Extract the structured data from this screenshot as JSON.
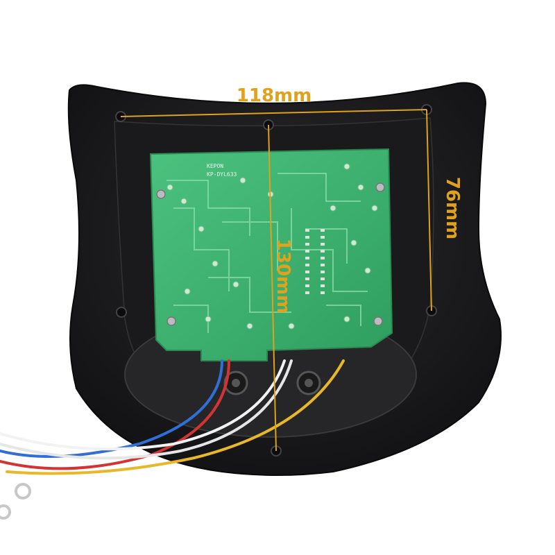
{
  "photo": {
    "subject": "remote control board in black housing",
    "colors": {
      "background": "#ffffff",
      "housing": "#1c1c1e",
      "pcb": "#3cb371",
      "dimension": "#e0a21c"
    }
  },
  "dimensions": {
    "width_label": "118mm",
    "height_label": "76mm",
    "length_label": "130mm"
  },
  "pcb_text": {
    "brand": "KEPON",
    "model": "KP-DYL633"
  },
  "wires": [
    "blue",
    "red",
    "white",
    "white",
    "yellow"
  ]
}
